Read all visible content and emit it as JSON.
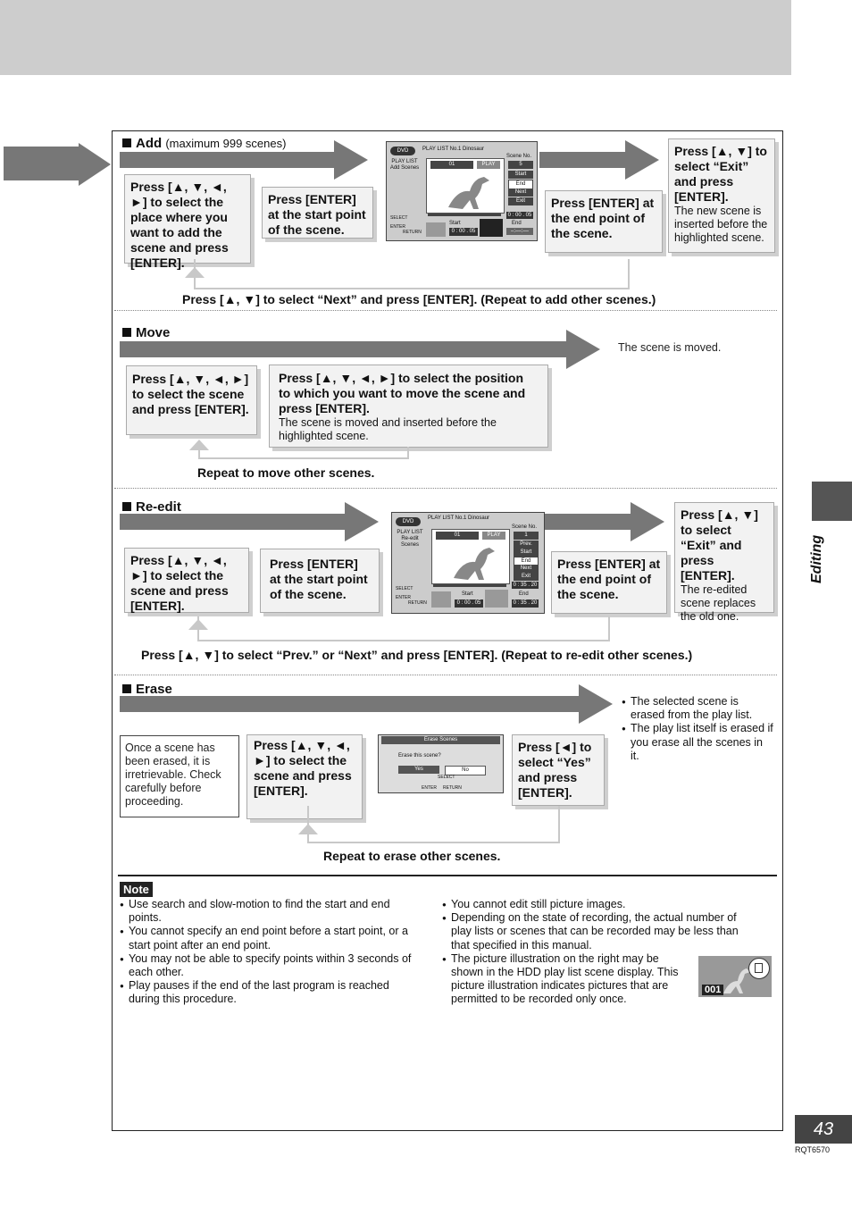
{
  "add": {
    "title": "Add",
    "subtitle": "(maximum 999 scenes)",
    "step1": "Press [▲, ▼, ◄, ►] to select the place where you want to add the scene and press [ENTER].",
    "step2": "Press [ENTER] at the start point of the scene.",
    "step3": "Press [ENTER] at the end point of the scene.",
    "step4": "Press [▲, ▼] to select “Exit” and press [ENTER].",
    "step4_note": "The new scene is inserted before the highlighted scene.",
    "repeat": "Press [▲, ▼] to select “Next” and press [ENTER]. (Repeat to add other scenes.)",
    "screen": {
      "badge": "DVD",
      "header": "PLAY LIST No.1 Dinosaur",
      "mode": "PLAY LIST Add Scenes",
      "scene_label": "Scene No.",
      "scene_no": "5",
      "title_no": "01",
      "play": "PLAY",
      "buttons": [
        "Start",
        "End",
        "Next",
        "Exit"
      ],
      "start_label": "Start",
      "start_time": "0 : 00 . 05",
      "end_time": "0 : 00 . 05",
      "end_label": "End",
      "end_blank": "–:––:––",
      "select": "SELECT",
      "enter": "ENTER",
      "return": "RETURN"
    }
  },
  "move": {
    "title": "Move",
    "result": "The scene is moved.",
    "step1": "Press [▲, ▼, ◄, ►] to select the scene and press [ENTER].",
    "step2": "Press [▲, ▼, ◄, ►] to select the position to which you want to move the scene and press [ENTER].",
    "step2_note": "The scene is moved and inserted before the highlighted scene.",
    "repeat": "Repeat to move other scenes."
  },
  "reedit": {
    "title": "Re-edit",
    "step1": "Press [▲, ▼, ◄, ►] to select the scene and press [ENTER].",
    "step2": "Press [ENTER] at the start point of the scene.",
    "step3": "Press [ENTER] at the end point of the scene.",
    "step4": "Press [▲, ▼] to select “Exit” and press [ENTER].",
    "step4_note": "The re-edited scene replaces the old one.",
    "repeat": "Press [▲, ▼] to select “Prev.” or “Next” and press [ENTER]. (Repeat to re-edit other scenes.)",
    "screen": {
      "badge": "DVD",
      "header": "PLAY LIST No.1 Dinosaur",
      "mode": "PLAY LIST Re-edit Scenes",
      "scene_label": "Scene No.",
      "scene_no": "1",
      "title_no": "01",
      "play": "PLAY",
      "buttons": [
        "Prev.",
        "Start",
        "End",
        "Next",
        "Exit"
      ],
      "start_label": "Start",
      "start_time": "0 : 00 . 05",
      "end_label": "End",
      "end_time": "0 : 35 . 20",
      "end_time2": "0 : 35 . 20",
      "select": "SELECT",
      "enter": "ENTER",
      "return": "RETURN"
    }
  },
  "erase": {
    "title": "Erase",
    "result1": "The selected scene is erased from the play list.",
    "result2": "The play list itself is erased if you erase all the scenes in it.",
    "warning": "Once a scene has been erased, it is irretrievable. Check carefully before proceeding.",
    "step1": "Press [▲, ▼, ◄, ►] to select the scene and press [ENTER].",
    "step2": "Press [◄] to select “Yes” and press [ENTER].",
    "repeat": "Repeat to erase other scenes.",
    "dialog": {
      "title": "Erase Scenes",
      "question": "Erase this scene?",
      "yes": "Yes",
      "no": "No",
      "select": "SELECT",
      "enter": "ENTER",
      "return": "RETURN"
    }
  },
  "note": {
    "label": "Note",
    "left": [
      "Use search and slow-motion to find the start and end points.",
      "You cannot specify an end point before a start point, or a start point after an end point.",
      "You may not be able to specify points within 3 seconds of each other.",
      "Play pauses if the end of the last program is reached during this procedure."
    ],
    "right": [
      "You cannot edit still picture images.",
      "Depending on the state of recording, the actual number of play lists or scenes that can be recorded may be less than that specified in this manual.",
      "The picture illustration on the right may be shown in the HDD play list scene display. This picture illustration indicates pictures that are permitted to be recorded only once."
    ],
    "thumb_no": "001"
  },
  "side": {
    "tab": "Editing"
  },
  "footer": {
    "page": "43",
    "code": "RQT6570"
  }
}
